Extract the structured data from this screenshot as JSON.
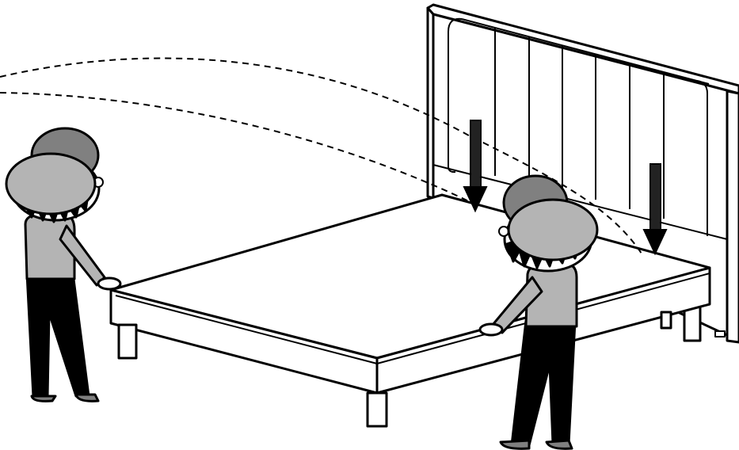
{
  "illustration": {
    "kind": "assembly-instruction",
    "colors": {
      "line": "#000000",
      "background": "#ffffff",
      "shirt": "#b4b4b4",
      "cap_brim": "#b4b4b4",
      "cap_crown": "#808080",
      "pants": "#000000",
      "shoes": "#808080",
      "bed": "#ffffff"
    },
    "arrows": {
      "count": 2,
      "direction": "down",
      "meaning": "lower-bed-base-toward-headboard"
    },
    "people": {
      "count": 2,
      "action": "lifting-bed-base"
    },
    "dashed_paths": {
      "count": 2
    }
  }
}
